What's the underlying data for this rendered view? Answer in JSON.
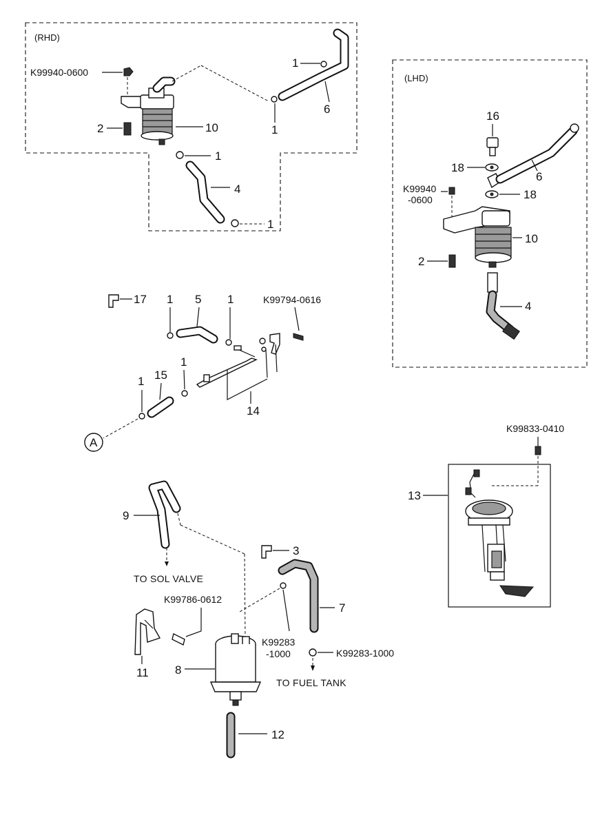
{
  "sections": {
    "rhd": "(RHD)",
    "lhd": "(LHD)"
  },
  "labels": {
    "rhd_k_bolt": "K99940-0600",
    "rhd_2": "2",
    "rhd_10": "10",
    "rhd_1_top": "1",
    "rhd_6": "6",
    "rhd_1_mid": "1",
    "rhd_1_low": "1",
    "rhd_4": "4",
    "rhd_1_bottom": "1",
    "lhd_16": "16",
    "lhd_18_a": "18",
    "lhd_6": "6",
    "lhd_k_bolt_1": "K99940",
    "lhd_k_bolt_2": "-0600",
    "lhd_18_b": "18",
    "lhd_10": "10",
    "lhd_2": "2",
    "lhd_4": "4",
    "p17": "17",
    "p1_a": "1",
    "p5": "5",
    "p1_b": "1",
    "k_bolt_0616": "K99794-0616",
    "p1_c": "1",
    "p15": "15",
    "p1_d": "1",
    "p14": "14",
    "circle_a": "A",
    "k_screw_0410": "K99833-0410",
    "p13": "13",
    "p9": "9",
    "to_sol_valve": "TO SOL VALVE",
    "p3": "3",
    "k_bolt_0612": "K99786-0612",
    "p7": "7",
    "k_clamp_1_1": "K99283",
    "k_clamp_1_2": "-1000",
    "k_clamp_2": "K99283-1000",
    "to_fuel_tank": "TO FUEL TANK",
    "p11": "11",
    "p8": "8",
    "p12": "12"
  },
  "colors": {
    "line": "#111111",
    "shade": "#9a9a9a",
    "background": "#ffffff"
  }
}
